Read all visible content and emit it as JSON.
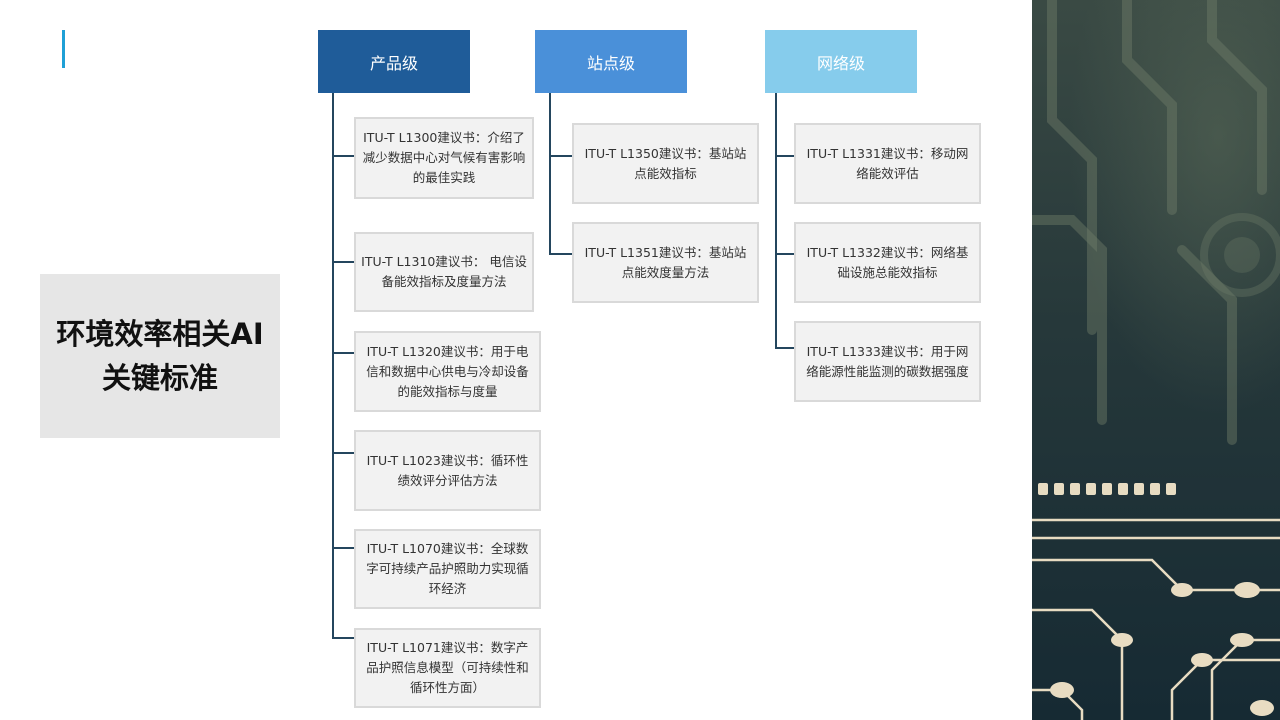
{
  "title": "环境效率相关AI关键标准",
  "columns": [
    {
      "header": "产品级",
      "color": "#1f5c99",
      "items": [
        "ITU-T L1300建议书：介绍了减少数据中心对气候有害影响的最佳实践",
        "ITU-T L1310建议书： 电信设备能效指标及度量方法",
        "ITU-T L1320建议书：用于电信和数据中心供电与冷却设备的能效指标与度量",
        "ITU-T L1023建议书：循环性绩效评分评估方法",
        "ITU-T L1070建议书：全球数字可持续产品护照助力实现循环经济",
        "ITU-T L1071建议书：数字产品护照信息模型（可持续性和循环性方面）"
      ]
    },
    {
      "header": "站点级",
      "color": "#4a90d9",
      "items": [
        "ITU-T L1350建议书：基站站点能效指标",
        "ITU-T L1351建议书：基站站点能效度量方法"
      ]
    },
    {
      "header": "网络级",
      "color": "#86ccec",
      "items": [
        "ITU-T L1331建议书：移动网络能效评估",
        "ITU-T L1332建议书：网络基础设施总能效指标",
        "ITU-T L1333建议书：用于网络能源性能监测的碳数据强度"
      ]
    }
  ],
  "colors": {
    "accent_bar": "#1fa0d6",
    "connector": "#24465e",
    "card_bg": "#f2f2f2",
    "title_bg": "#e6e6e6",
    "circuit_bg": "#1c3036"
  }
}
